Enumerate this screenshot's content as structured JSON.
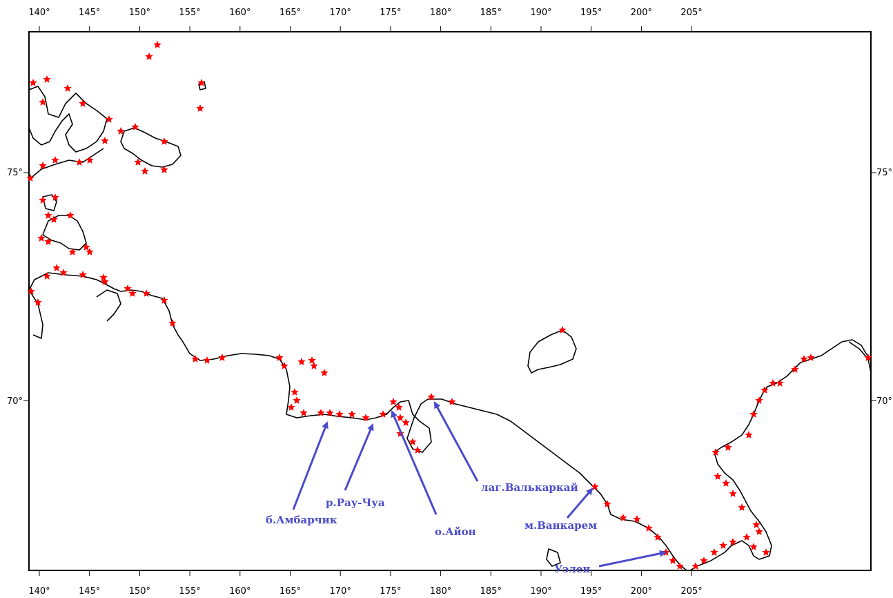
{
  "map": {
    "lon_ticks": [
      "140°",
      "145°",
      "150°",
      "155°",
      "160°",
      "165°",
      "170°",
      "175°",
      "180°",
      "185°",
      "190°",
      "195°",
      "200°",
      "205°"
    ],
    "lat_ticks": [
      "75°",
      "70°"
    ],
    "marker_color": "#ff0000",
    "annotation_color": "#4b4bcc",
    "coastline_color": "#000000",
    "marker_icon": "red-star-icon",
    "places": [
      {
        "id": "ambarchik",
        "label": "б.Амбарчик"
      },
      {
        "id": "rau-chua",
        "label": "р.Рау-Чуа"
      },
      {
        "id": "ayon",
        "label": "о.Айон"
      },
      {
        "id": "valkarkay",
        "label": "лаг.Валькаркай"
      },
      {
        "id": "vankarem",
        "label": "м.Ванкарем"
      },
      {
        "id": "uelen",
        "label": "Уэлен"
      }
    ]
  }
}
